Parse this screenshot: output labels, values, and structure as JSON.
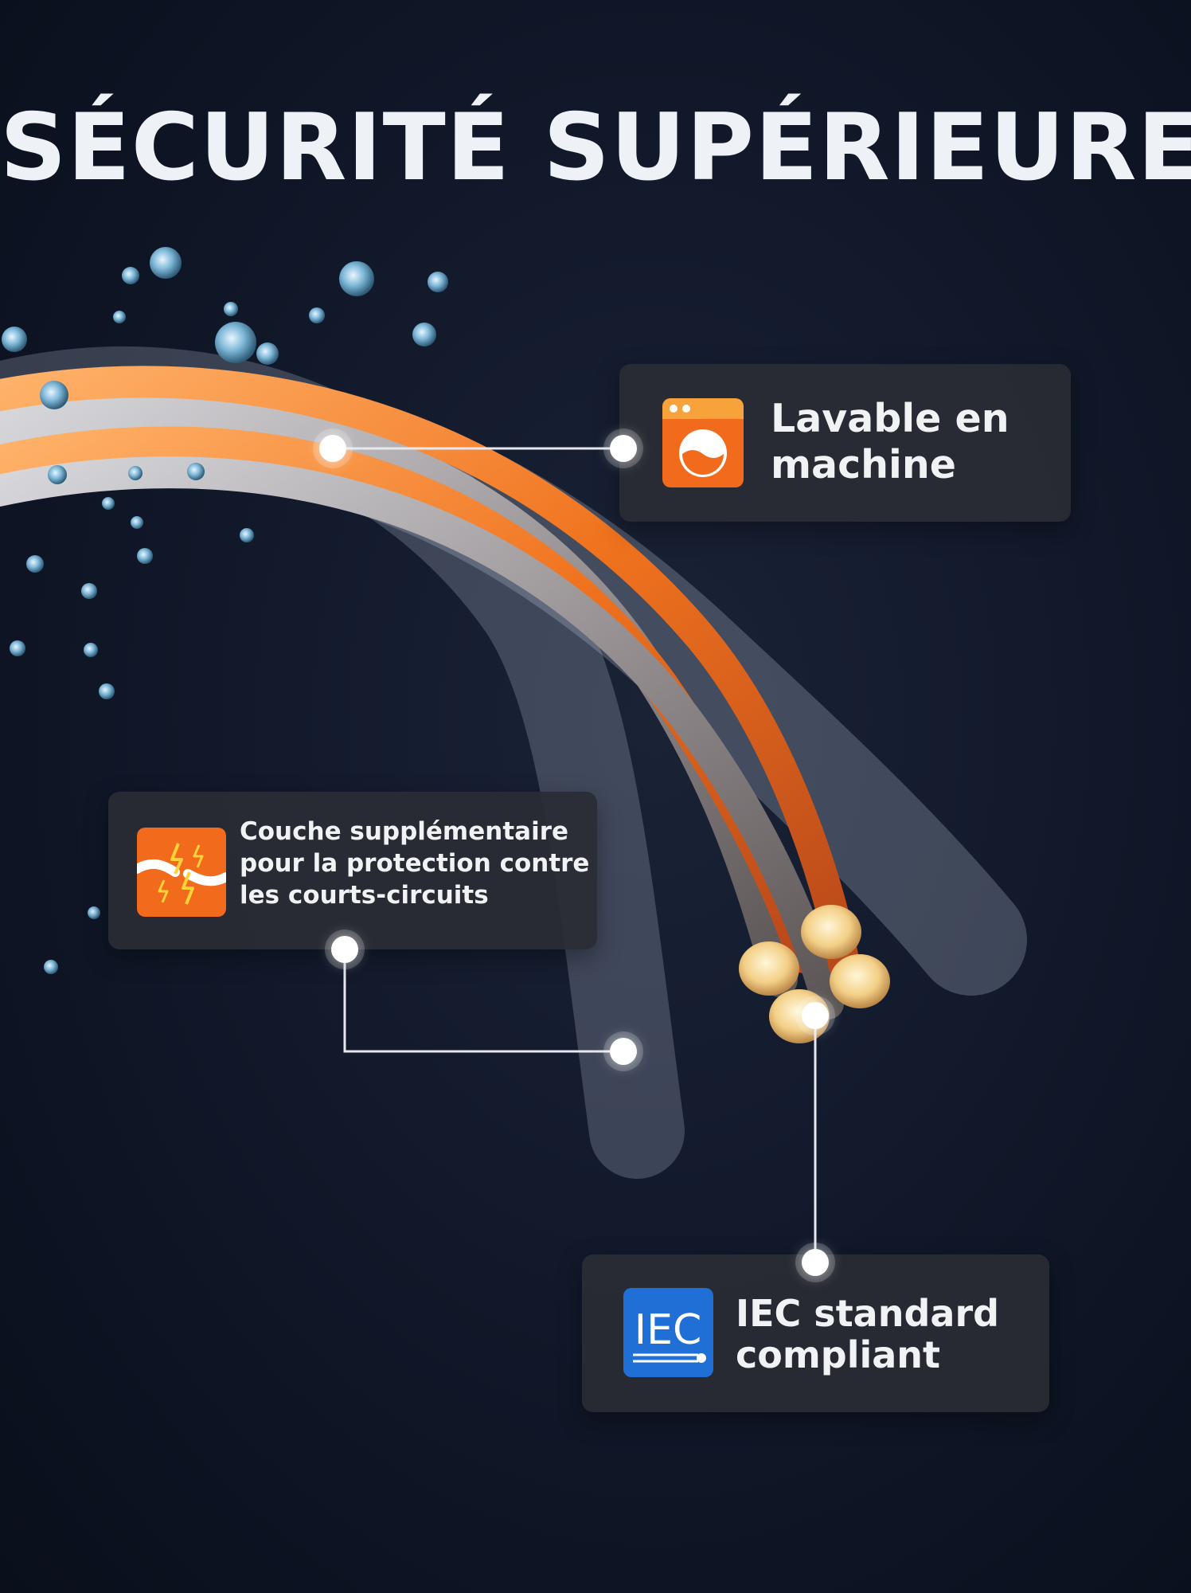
{
  "title": "SÉCURITÉ SUPÉRIEURE",
  "features": {
    "washable": {
      "line1": "Lavable en",
      "line2": "machine",
      "icon": "washing-machine-icon",
      "icon_color": "#f26a1b"
    },
    "short_circuit": {
      "line1": "Couche supplémentaire",
      "line2": "pour la protection contre",
      "line3": "les courts-circuits",
      "icon": "broken-wire-spark-icon",
      "icon_color": "#f26a1b"
    },
    "iec": {
      "line1": "IEC standard",
      "line2": "compliant",
      "icon": "iec-logo",
      "icon_text": "IEC",
      "icon_color": "#1f6fd6"
    }
  },
  "colors": {
    "background": "#111827",
    "accent_orange": "#f26a1b",
    "card": "#2a2c34",
    "text": "#f1f2f4"
  }
}
